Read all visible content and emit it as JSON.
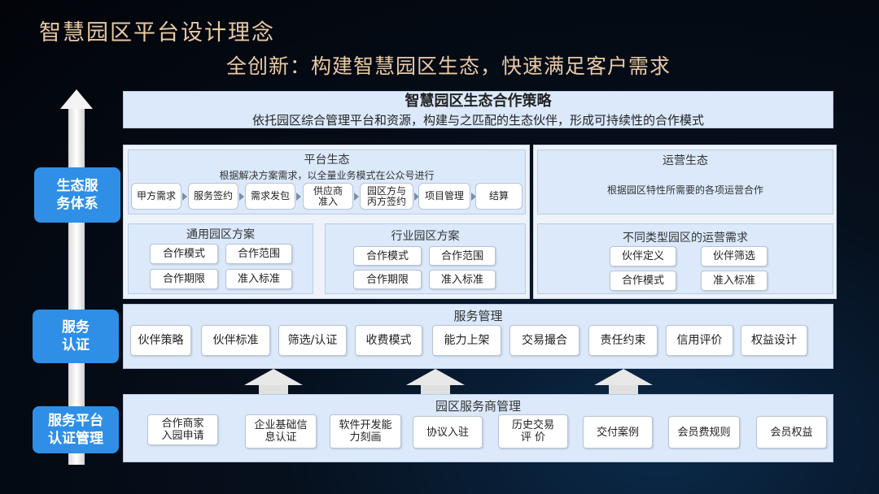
{
  "title": "智慧园区平台设计理念",
  "subtitle": "全创新：构建智慧园区生态，快速满足客户需求",
  "side_labels": [
    "生态服\n务体系",
    "服务\n认证",
    "服务平台\n认证管理"
  ],
  "strategy": {
    "title": "智慧园区生态合作策略",
    "desc": "依托园区综合管理平台和资源，构建与之匹配的生态伙伴，形成可持续性的合作模式"
  },
  "platform_eco": {
    "title": "平台生态",
    "desc": "根据解决方案需求，以全量业务模式在公众号进行",
    "steps": [
      "甲方需求",
      "服务签约",
      "需求发包",
      "供应商\n准入",
      "园区方与\n丙方签约",
      "项目管理",
      "结算"
    ]
  },
  "ops_eco": {
    "title": "运营生态",
    "desc": "根据园区特性所需要的各项运营合作"
  },
  "general_solution": {
    "title": "通用园区方案",
    "items": [
      "合作模式",
      "合作范围",
      "合作期限",
      "准入标准"
    ]
  },
  "industry_solution": {
    "title": "行业园区方案",
    "items": [
      "合作模式",
      "合作范围",
      "合作期限",
      "准入标准"
    ]
  },
  "ops_needs": {
    "title": "不同类型园区的运营需求",
    "items": [
      "伙伴定义",
      "伙伴筛选",
      "合作模式",
      "准入标准"
    ]
  },
  "service_mgmt": {
    "title": "服务管理",
    "items": [
      "伙伴策略",
      "伙伴标准",
      "筛选/认证",
      "收费模式",
      "能力上架",
      "交易撮合",
      "责任约束",
      "信用评价",
      "权益设计"
    ]
  },
  "provider_mgmt": {
    "title": "园区服务商管理",
    "items": [
      "合作商家\n入园申请",
      "企业基础信\n息认证",
      "软件开发能\n力刻画",
      "协议入驻",
      "历史交易\n评 价",
      "交付案例",
      "会员费规则",
      "会员权益"
    ]
  }
}
